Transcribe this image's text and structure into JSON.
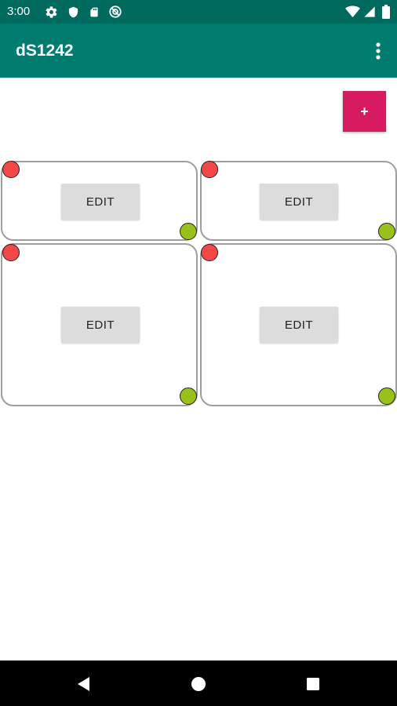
{
  "status_bar": {
    "time": "3:00",
    "left_icons": [
      "gear-icon",
      "shield-icon",
      "sd-card-icon",
      "sync-disabled-icon"
    ],
    "right_icons": [
      "wifi-icon",
      "signal-icon",
      "battery-icon"
    ]
  },
  "app_bar": {
    "title": "dS1242",
    "menu_icon": "more-vert-icon"
  },
  "add_button": {
    "label": "+",
    "color": "#d81b60"
  },
  "cards": [
    {
      "edit_label": "EDIT"
    },
    {
      "edit_label": "EDIT"
    },
    {
      "edit_label": "EDIT"
    },
    {
      "edit_label": "EDIT"
    }
  ],
  "colors": {
    "status_bar": "#016a5e",
    "app_bar": "#017d70",
    "handle_top_left": "#f44747",
    "handle_bottom_right": "#98c21b"
  },
  "nav_bar": {
    "buttons": [
      "back-icon",
      "home-icon",
      "recents-icon"
    ]
  }
}
